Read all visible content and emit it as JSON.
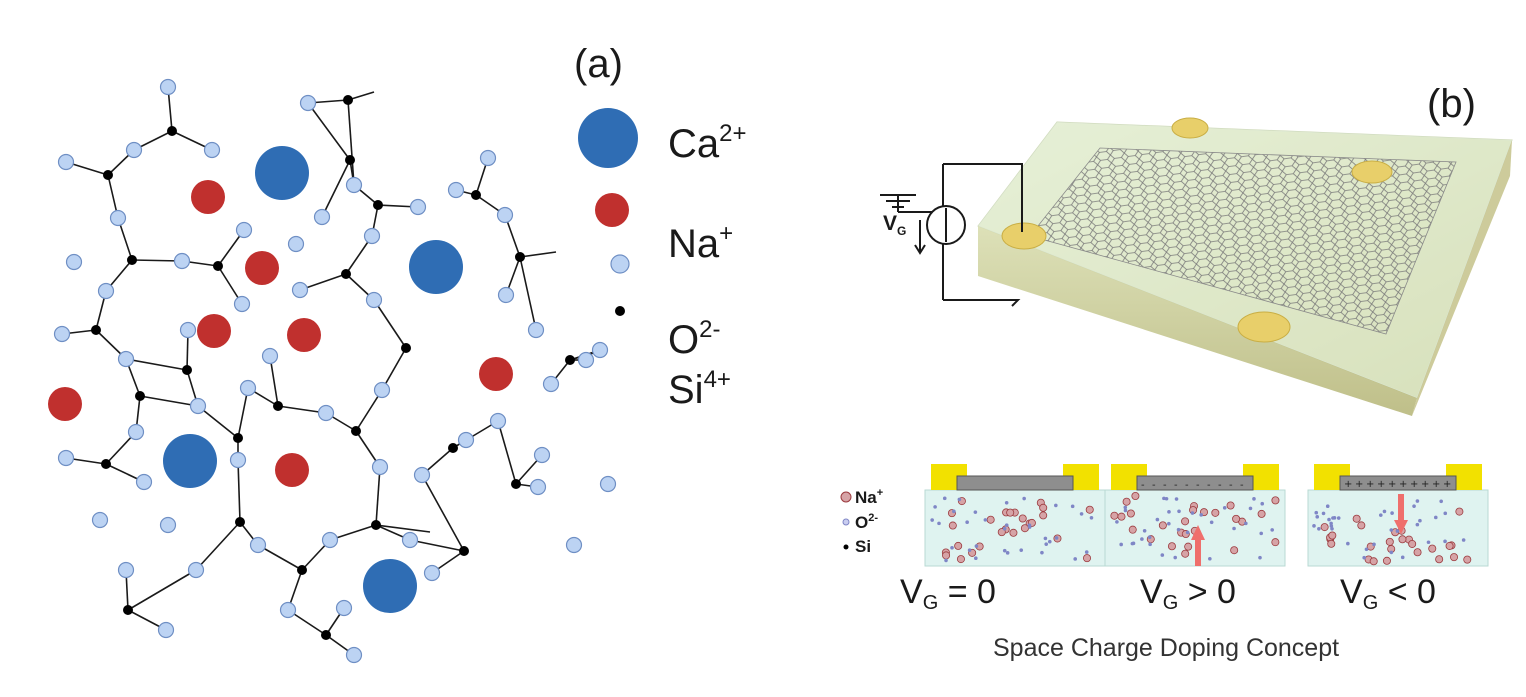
{
  "panel_a": {
    "label": "(a)",
    "legend": [
      {
        "symbol": "Ca",
        "charge": "2+",
        "color": "#2f6db4",
        "icon": "large-blue-circle"
      },
      {
        "symbol": "Na",
        "charge": "+",
        "color": "#c0302e",
        "icon": "red-circle"
      },
      {
        "symbol": "O",
        "charge": "2-",
        "color": "#bcd3f3",
        "icon": "small-light-blue-circle"
      },
      {
        "symbol": "Si",
        "charge": "4+",
        "color": "#000000",
        "icon": "black-dot"
      }
    ]
  },
  "panel_b": {
    "label": "(b)",
    "gate_voltage": {
      "symbol": "V",
      "subscript": "G"
    },
    "inset_legend": [
      {
        "symbol": "Na",
        "charge": "+"
      },
      {
        "symbol": "O",
        "charge": "2-"
      },
      {
        "symbol": "Si",
        "charge": ""
      }
    ],
    "states": [
      {
        "symbol": "V",
        "subscript": "G",
        "relation": " = 0"
      },
      {
        "symbol": "V",
        "subscript": "G",
        "relation": " > 0"
      },
      {
        "symbol": "V",
        "subscript": "G",
        "relation": " < 0"
      }
    ],
    "caption": "Space Charge Doping Concept"
  },
  "colors": {
    "calcium": "#2f6db4",
    "sodium": "#c0302e",
    "oxygen": "#bcd3f3",
    "silicon": "#000000",
    "electrode": "#f2e100",
    "contact_pad": "#e8cf6a",
    "glass": "#dff3f0",
    "graphene": "#8e8e8e"
  }
}
